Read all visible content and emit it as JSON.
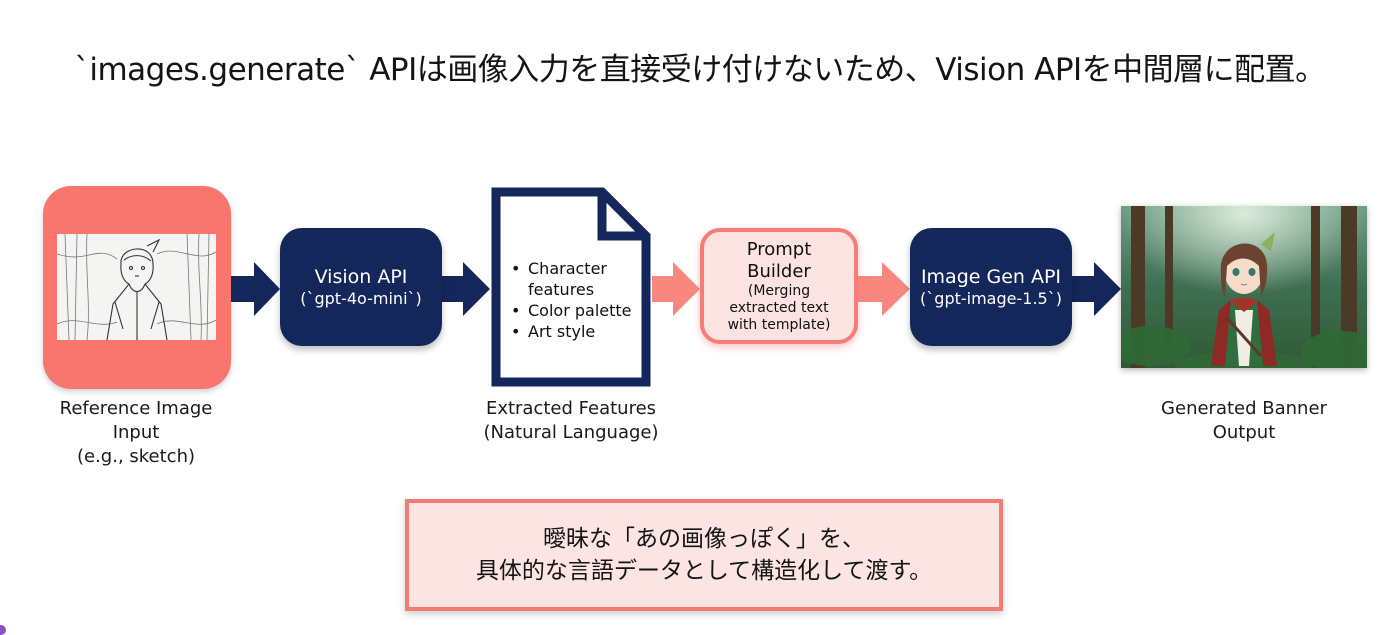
{
  "slide": {
    "title": "`images.generate` APIは画像入力を直接受け付けないため、Vision APIを中間層に配置。"
  },
  "colors": {
    "navy": "#14275a",
    "coral": "#f8766d",
    "coral_light": "#fce4e3",
    "coral_border": "#f17c74"
  },
  "nodes": {
    "reference": {
      "icon": "sketch-image",
      "caption_lines": [
        "Reference Image",
        "Input",
        "(e.g., sketch)"
      ]
    },
    "vision_api": {
      "title": "Vision API",
      "model": "(`gpt-4o-mini`)"
    },
    "features": {
      "icon": "document-icon",
      "bullets": [
        "Character features",
        "Color palette",
        "Art style"
      ],
      "caption_lines": [
        "Extracted Features",
        "(Natural Language)"
      ]
    },
    "prompt_builder": {
      "title_lines": [
        "Prompt",
        "Builder"
      ],
      "sub_lines": [
        "(Merging",
        "extracted text",
        "with template)"
      ]
    },
    "image_gen_api": {
      "title": "Image Gen API",
      "model": "(`gpt-image-1.5`)"
    },
    "output": {
      "icon": "generated-banner-image",
      "caption_lines": [
        "Generated Banner",
        "Output"
      ]
    }
  },
  "arrows": [
    {
      "from": "reference",
      "to": "vision_api",
      "color": "navy"
    },
    {
      "from": "vision_api",
      "to": "features",
      "color": "navy"
    },
    {
      "from": "features",
      "to": "prompt_builder",
      "color": "coral"
    },
    {
      "from": "prompt_builder",
      "to": "image_gen_api",
      "color": "coral"
    },
    {
      "from": "image_gen_api",
      "to": "output",
      "color": "navy"
    }
  ],
  "callout": {
    "lines": [
      "曖昧な「あの画像っぽく」を、",
      "具体的な言語データとして構造化して渡す。"
    ]
  }
}
